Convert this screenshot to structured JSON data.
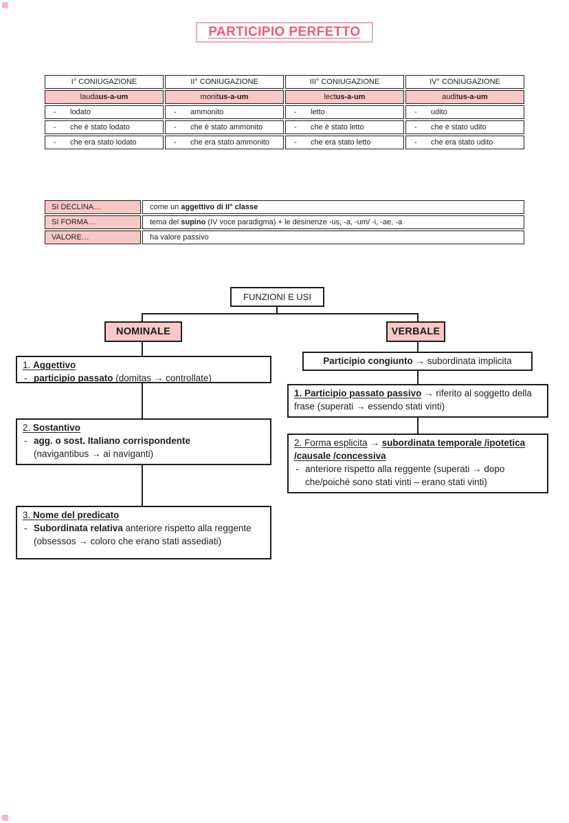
{
  "ui": {
    "dash": "-",
    "arrow": "→"
  },
  "title": {
    "text": "PARTICIPIO PERFETTO"
  },
  "colors": {
    "pink_fill": "#f8c8c6",
    "title_text": "#f25878",
    "title_border": "#f5a7bc",
    "line_black": "#1c1c1c"
  },
  "conjugation_table": {
    "columns": [
      {
        "header": "I° CONIUGAZIONE",
        "stem": "lauda",
        "ending": "us-a-um",
        "forms": [
          "lodato",
          "che è stato lodato",
          "che era stato lodato"
        ]
      },
      {
        "header": "II° CONIUGAZIONE",
        "stem": "monit",
        "ending": "us-a-um",
        "forms": [
          "ammonito",
          "che è stato ammonito",
          "che era stato ammonito"
        ]
      },
      {
        "header": "III° CONIUGAZIONE",
        "stem": "lect",
        "ending": "us-a-um",
        "forms": [
          "letto",
          "che è stato letto",
          "che era stato letto"
        ]
      },
      {
        "header": "IV° CONIUGAZIONE",
        "stem": "audit",
        "ending": "us-a-um",
        "forms": [
          "udito",
          "che è stato udito",
          "che era stato udito"
        ]
      }
    ]
  },
  "info_table": {
    "rows": [
      {
        "label": "SI DECLINA…",
        "prefix": "come un ",
        "bold": "aggettivo di II° classe",
        "suffix": ""
      },
      {
        "label": "SI FORMA…",
        "prefix": "tema del ",
        "bold": "supino",
        "suffix": " (IV voce paradigma) + le desinenze -us, -a, -um/ -i, -ae, -a"
      },
      {
        "label": "VALORE…",
        "prefix": "",
        "bold": "",
        "suffix": "ha valore passivo"
      }
    ]
  },
  "diagram": {
    "root_label": "FUNZIONI E USI",
    "nominale_label": "NOMINALE",
    "verbale_label": "VERBALE",
    "nominale_boxes": [
      {
        "num": "1.",
        "title": "Aggettivo",
        "bold": "participio passato",
        "rest": " (domitas → controllate)"
      },
      {
        "num": "2.",
        "title": "Sostantivo",
        "bold": "agg. o sost. Italiano corrispondente",
        "rest": "(navigantibus → ai naviganti)"
      },
      {
        "num": "3.",
        "title": "Nome del predicato",
        "bold": "Subordinata relativa",
        "rest": " anteriore rispetto alla reggente (obsessos → coloro che erano stati assediati)"
      }
    ],
    "verbale_boxes": {
      "congiunto": {
        "bold": "Participio congiunto",
        "rest": "subordinata implicita"
      },
      "passivo": {
        "head": "1. Participio passato passivo",
        "rest": "riferito al soggetto della frase (superati → essendo stati vinti)"
      },
      "esplicita": {
        "head": "2. Forma esplicita",
        "head_bold": "subordinata temporale /ipotetica /causale /concessiva",
        "bullet": "anteriore rispetto alla reggente (superati → dopo che/poiché sono stati vinti – erano stati vinti)"
      }
    }
  }
}
